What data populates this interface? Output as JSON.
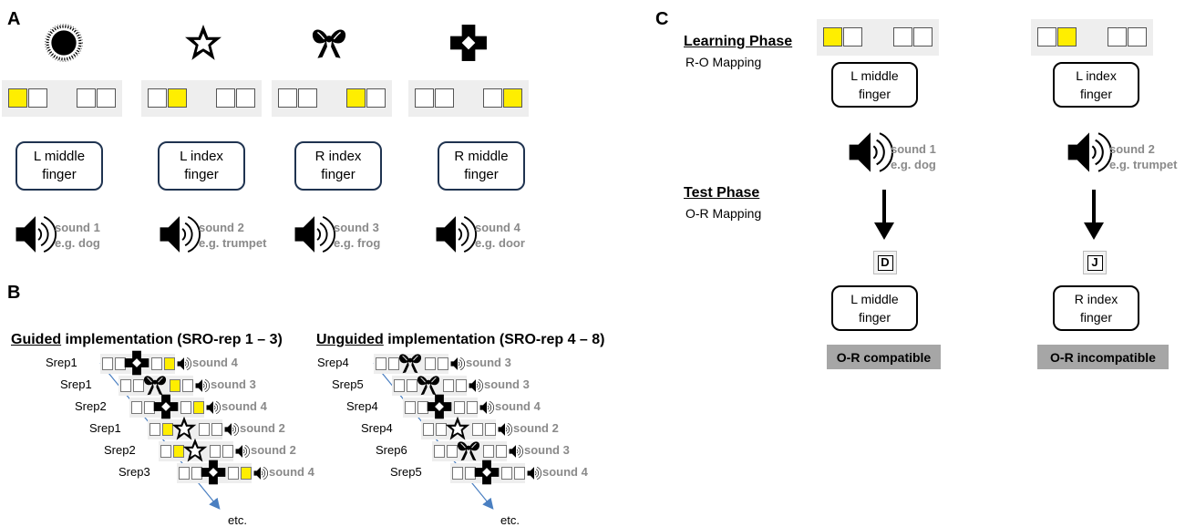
{
  "panel_a": {
    "letter": "A",
    "columns": [
      {
        "stimulus": "burst-icon",
        "active_key": 0,
        "finger": "L middle\nfinger",
        "sound": "sound 1\ne.g. dog"
      },
      {
        "stimulus": "star-icon",
        "active_key": 1,
        "finger": "L index\nfinger",
        "sound": "sound 2\ne.g. trumpet"
      },
      {
        "stimulus": "bow-icon",
        "active_key": 2,
        "finger": "R index\nfinger",
        "sound": "sound 3\ne.g. frog"
      },
      {
        "stimulus": "cross-icon",
        "active_key": 3,
        "finger": "R middle\nfinger",
        "sound": "sound 4\ne.g. door"
      }
    ]
  },
  "panel_b": {
    "letter": "B",
    "guided": {
      "heading_u": "Guided",
      "heading_rest": " implementation (SRO-rep 1 – 3)",
      "trials": [
        {
          "label": "Srep1",
          "stimulus": "cross-icon",
          "active_key": 3,
          "sound": "sound 4"
        },
        {
          "label": "Srep1",
          "stimulus": "bow-icon",
          "active_key": 2,
          "sound": "sound 3"
        },
        {
          "label": "Srep2",
          "stimulus": "cross-icon",
          "active_key": 3,
          "sound": "sound 4"
        },
        {
          "label": "Srep1",
          "stimulus": "star-icon",
          "active_key": 1,
          "sound": "sound 2"
        },
        {
          "label": "Srep2",
          "stimulus": "star-icon",
          "active_key": 1,
          "sound": "sound 2"
        },
        {
          "label": "Srep3",
          "stimulus": "cross-icon",
          "active_key": 3,
          "sound": "sound 4"
        }
      ],
      "etc": "etc."
    },
    "unguided": {
      "heading_u": "Unguided",
      "heading_rest": " implementation (SRO-rep 4 – 8)",
      "trials": [
        {
          "label": "Srep4",
          "stimulus": "bow-icon",
          "active_key": -1,
          "sound": "sound 3"
        },
        {
          "label": "Srep5",
          "stimulus": "bow-icon",
          "active_key": -1,
          "sound": "sound 3"
        },
        {
          "label": "Srep4",
          "stimulus": "cross-icon",
          "active_key": -1,
          "sound": "sound 4"
        },
        {
          "label": "Srep4",
          "stimulus": "star-icon",
          "active_key": -1,
          "sound": "sound 2"
        },
        {
          "label": "Srep6",
          "stimulus": "bow-icon",
          "active_key": -1,
          "sound": "sound 3"
        },
        {
          "label": "Srep5",
          "stimulus": "cross-icon",
          "active_key": -1,
          "sound": "sound 4"
        }
      ],
      "etc": "etc."
    }
  },
  "panel_c": {
    "letter": "C",
    "learning_title": "Learning Phase",
    "learning_sub": "R-O Mapping",
    "test_title": "Test Phase",
    "test_sub": "O-R Mapping",
    "left": {
      "active_key": 0,
      "finger_top": "L middle\nfinger",
      "sound": "sound 1\ne.g. dog",
      "key": "D",
      "finger_bottom": "L middle\nfinger",
      "compat": "O-R compatible"
    },
    "right": {
      "active_key": 1,
      "finger_top": "L index\nfinger",
      "sound": "sound 2\ne.g. trumpet",
      "key": "J",
      "finger_bottom": "R index\nfinger",
      "compat": "O-R incompatible"
    }
  },
  "colors": {
    "highlight": "#ffee00",
    "panel_bg": "#eeeeee",
    "sound_text": "#8a8a8a",
    "badge": "#a6a6a6"
  }
}
